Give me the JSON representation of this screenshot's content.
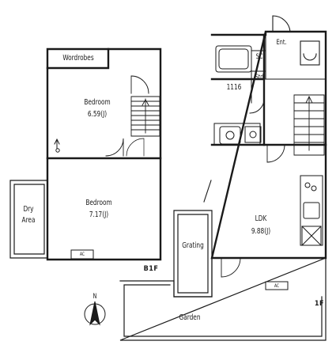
{
  "floors": {
    "b1f": {
      "label": "B1F",
      "rooms": {
        "wardrobes": "Wordrobes",
        "bedroom_upper": {
          "name": "Bedroom",
          "size": "6.59(J)"
        },
        "bedroom_lower": {
          "name": "Bedroom",
          "size": "7.17(J)"
        },
        "dry_area": {
          "line1": "Dry",
          "line2": "Area"
        },
        "ac": "AC"
      }
    },
    "f1": {
      "label": "1F",
      "rooms": {
        "entrance": "Ent.",
        "shoe_closet": "SC",
        "storage": "Std",
        "bath": "1116",
        "ldk": {
          "name": "LDK",
          "size": "9.88(J)"
        },
        "grating": "Grating",
        "garden": "Garden",
        "ac": "AC"
      }
    }
  },
  "compass": {
    "label": "N"
  }
}
